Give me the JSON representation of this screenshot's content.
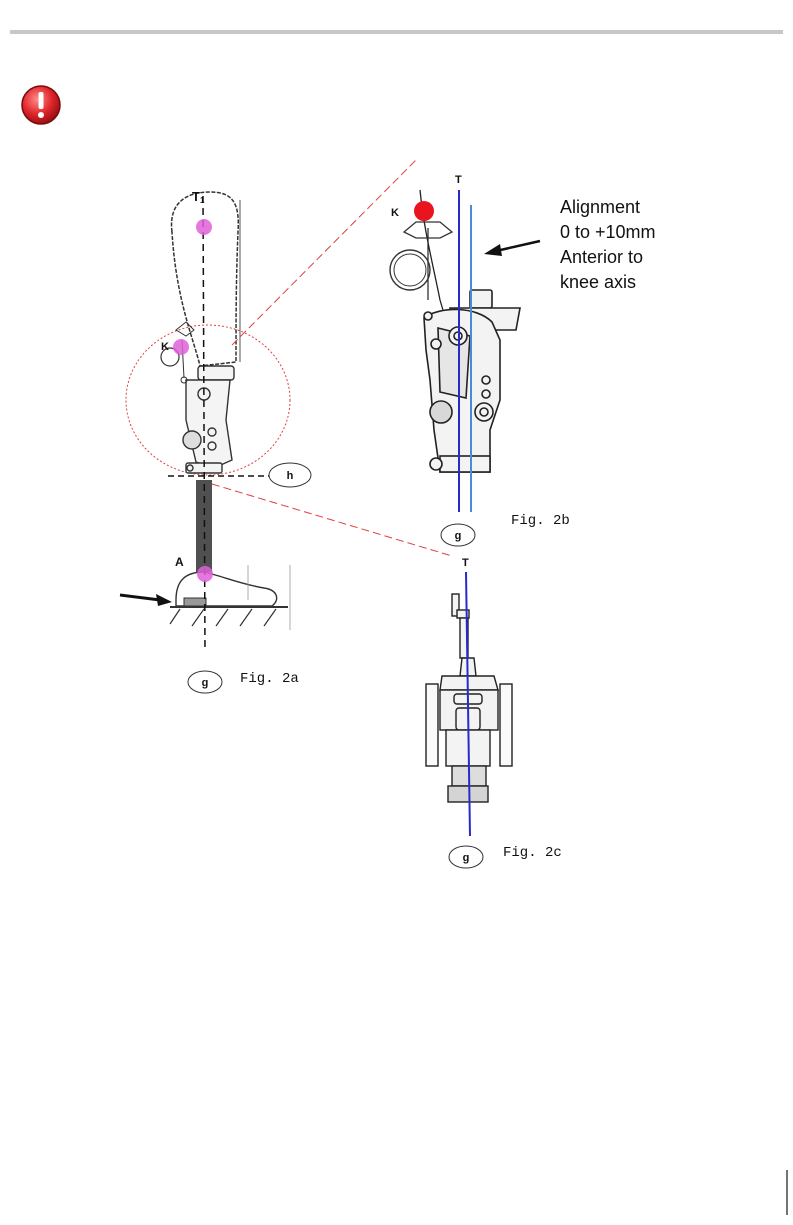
{
  "warning_icon": {
    "icon": "exclamation-warning-icon",
    "color": "#e0262b"
  },
  "fig2a": {
    "caption": "Fig. 2a",
    "label_t": "T",
    "label_t_sub": "1",
    "label_k": "K",
    "label_a": "A",
    "label_h": "h",
    "label_g": "g"
  },
  "fig2b": {
    "caption": "Fig. 2b",
    "label_k": "K",
    "label_t": "T",
    "label_g": "g",
    "note_lines": [
      "Alignment",
      "0 to +10mm",
      "Anterior to",
      "knee axis"
    ]
  },
  "fig2c": {
    "caption": "Fig. 2c",
    "label_t": "T",
    "label_g": "g"
  },
  "colors": {
    "marker_pink": "#e060d8",
    "marker_red": "#e8141e",
    "axis_blue": "#2a2acc",
    "axis_light_blue": "#4a8ad8",
    "zoom_red": "#e04040"
  }
}
